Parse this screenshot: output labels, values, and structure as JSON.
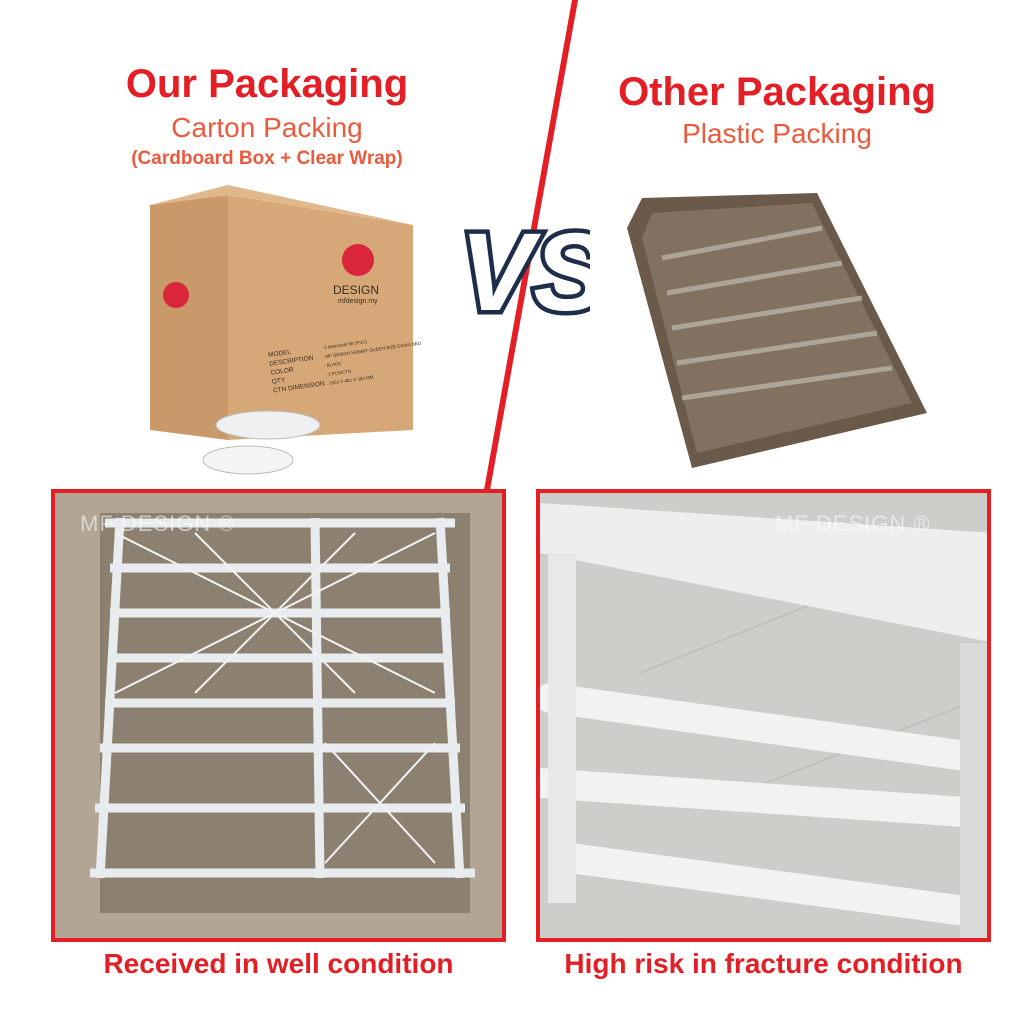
{
  "left": {
    "title": "Our Packaging",
    "subtitle": "Carton Packing",
    "detail": "(Cardboard Box + Clear Wrap)",
    "caption": "Received in well condition",
    "box_label": {
      "brand": "DESIGN",
      "website": "mfdesign.my",
      "fields": [
        "MODEL",
        "DESCRIPTION",
        "COLOR",
        "QTY",
        "CTN DIMENSION"
      ],
      "values": [
        ": 5 diamonds\"3ft (PVC)",
        ": MF DESIGN HOBBIT QUEEN SIZE DIVAN BED",
        ": BLACK",
        ": 1 PCS/CTN",
        ": 1553 X 482 X 363 MM"
      ]
    }
  },
  "right": {
    "title": "Other Packaging",
    "subtitle": "Plastic Packing",
    "caption": "High risk in fracture condition"
  },
  "vs_label": "VS",
  "watermark": "MF DESIGN ®",
  "colors": {
    "accent": "#e31e24",
    "subtitle": "#ec5a3e",
    "vs_navy": "#1d2d4a"
  }
}
